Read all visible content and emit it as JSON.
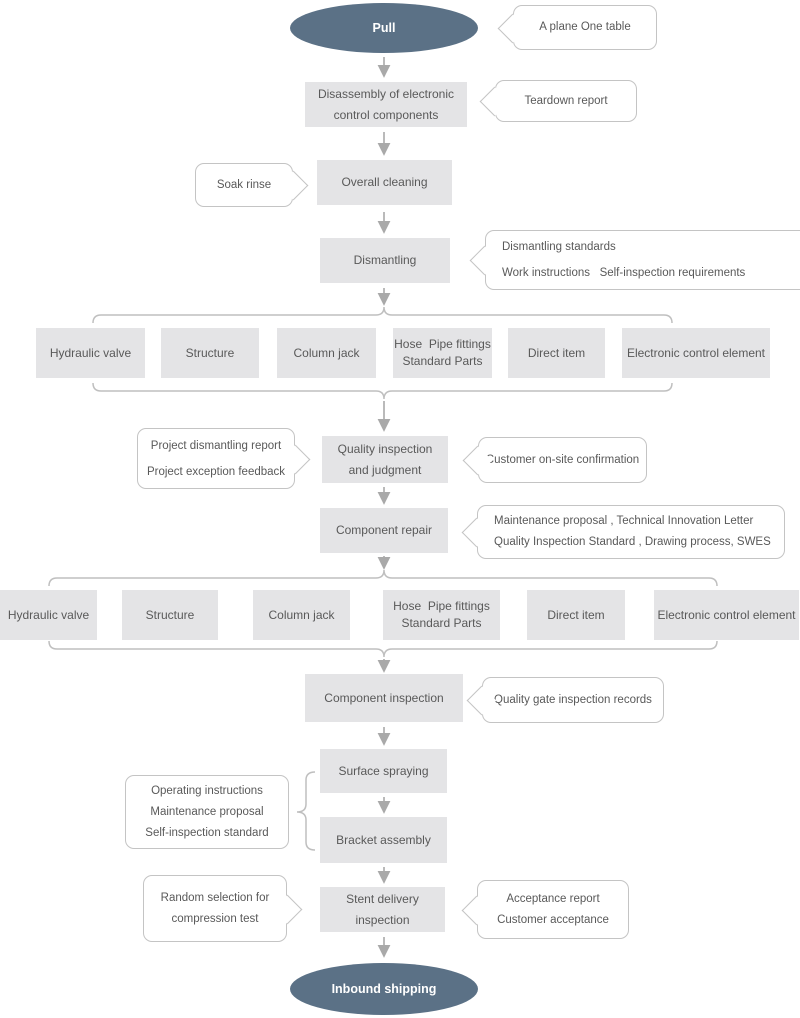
{
  "terminals": {
    "start": "Pull",
    "end": "Inbound shipping"
  },
  "steps": {
    "disassembly": [
      "Disassembly of electronic",
      "control components"
    ],
    "overall_cleaning": [
      "Overall cleaning"
    ],
    "dismantling": [
      "Dismantling"
    ],
    "quality_inspection": [
      "Quality inspection",
      "and judgment"
    ],
    "component_repair": [
      "Component repair"
    ],
    "component_inspection": [
      "Component inspection"
    ],
    "surface_spraying": [
      "Surface spraying"
    ],
    "bracket_assembly": [
      "Bracket assembly"
    ],
    "stent_delivery": [
      "Stent delivery",
      "inspection"
    ]
  },
  "branch_row1": [
    [
      "Hydraulic valve"
    ],
    [
      "Structure"
    ],
    [
      "Column jack"
    ],
    [
      "Hose  Pipe fittings",
      "Standard Parts"
    ],
    [
      "Direct item"
    ],
    [
      "Electronic control element"
    ]
  ],
  "branch_row2": [
    [
      "Hydraulic valve"
    ],
    [
      "Structure"
    ],
    [
      "Column jack"
    ],
    [
      "Hose  Pipe fittings",
      "Standard Parts"
    ],
    [
      "Direct item"
    ],
    [
      "Electronic control element"
    ]
  ],
  "callouts": {
    "plane_table": [
      "A plane One table"
    ],
    "teardown": [
      "Teardown report"
    ],
    "soak_rinse": [
      "Soak rinse"
    ],
    "dismantling_docs": [
      "Dismantling standards",
      "Work instructions   Self-inspection requirements"
    ],
    "project_feedback": [
      "Project dismantling report",
      "Project exception feedback"
    ],
    "customer_confirmation": [
      "Customer on-site confirmation"
    ],
    "repair_docs": [
      "Maintenance proposal , Technical Innovation Letter",
      "Quality Inspection Standard , Drawing process, SWES"
    ],
    "quality_gate": [
      "Quality gate inspection records"
    ],
    "assembly_docs": [
      "Operating instructions",
      "Maintenance proposal",
      "Self-inspection standard"
    ],
    "compression_test": [
      "Random selection for",
      "compression test"
    ],
    "acceptance": [
      "Acceptance report",
      "Customer acceptance"
    ]
  },
  "colors": {
    "terminal_fill": "#5b7186",
    "box_fill": "#e4e4e6",
    "text": "#595959",
    "callout_border": "#c4c4c4",
    "connector": "#a9a9a9",
    "brace": "#bfbfbf"
  }
}
